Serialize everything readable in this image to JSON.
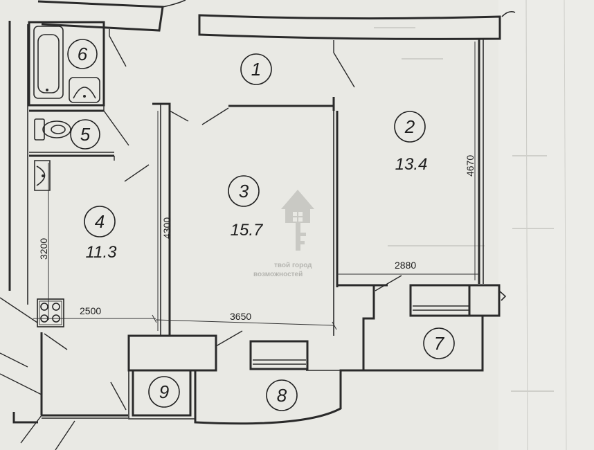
{
  "rooms": [
    {
      "number": "1",
      "area": ""
    },
    {
      "number": "2",
      "area": "13.4"
    },
    {
      "number": "3",
      "area": "15.7"
    },
    {
      "number": "4",
      "area": "11.3"
    },
    {
      "number": "5",
      "area": ""
    },
    {
      "number": "6",
      "area": ""
    },
    {
      "number": "7",
      "area": ""
    },
    {
      "number": "8",
      "area": ""
    },
    {
      "number": "9",
      "area": ""
    }
  ],
  "dimensions": {
    "room2_height": "4670",
    "room3_height": "4300",
    "room4_height": "3200",
    "room4_width": "2500",
    "room3_width": "3650",
    "balcony_width": "2880"
  },
  "watermark": {
    "line1": "твой город",
    "line2": "возможностей"
  }
}
